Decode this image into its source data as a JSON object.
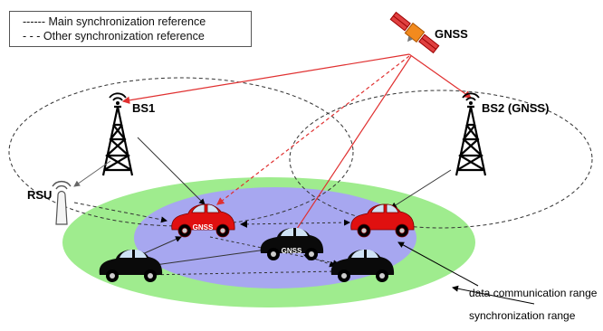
{
  "legend": {
    "main": "------ Main synchronization reference",
    "other": "- - - Other synchronization reference"
  },
  "labels": {
    "gnss": "GNSS",
    "bs1": "BS1",
    "bs2": "BS2 (GNSS)",
    "rsu": "RSU",
    "car_tag": "GNSS",
    "data_range": "data communication range",
    "sync_range": "synchronization range"
  },
  "colors": {
    "sync_zone": "#9fec8e",
    "data_zone": "#a7a7f0",
    "main_link": "#e03030",
    "car_red": "#e01010",
    "car_black": "#0a0a0a"
  },
  "icons": [
    "satellite-icon",
    "tower-icon",
    "antenna-icon",
    "car-icon"
  ]
}
